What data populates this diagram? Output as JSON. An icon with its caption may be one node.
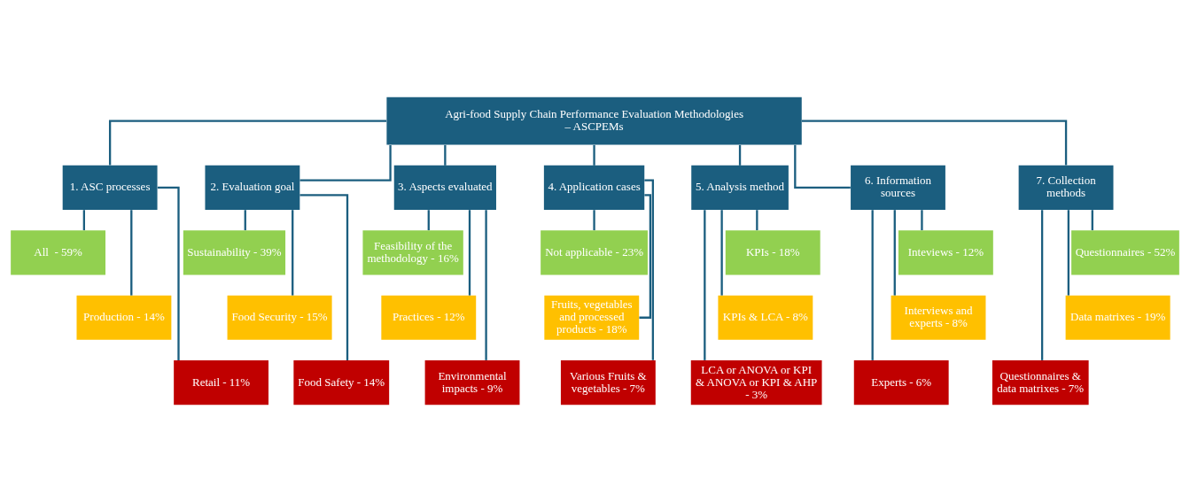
{
  "diagram": {
    "nodes": [
      {
        "text": [
          "Agri-food Supply Chain Performance Evaluation Methodologies – ASCPEMs"
        ]
      },
      {
        "text": [
          "1. ASC processes"
        ]
      },
      {
        "text": [
          "All  - 59%"
        ]
      },
      {
        "text": [
          "Production - 14%"
        ]
      },
      {
        "text": [
          "Retail - 11%"
        ]
      },
      {
        "text": [
          "2. Evaluation goal"
        ]
      },
      {
        "text": [
          "Sustainability - 39%"
        ]
      },
      {
        "text": [
          "Food Security - 15%"
        ]
      },
      {
        "text": [
          "Food Safety - 14%"
        ]
      },
      {
        "text": [
          "3. Aspects evaluated"
        ]
      },
      {
        "text": [
          "Feasibility of the methodology - 16%"
        ]
      },
      {
        "text": [
          "Practices - 12%"
        ]
      },
      {
        "text": [
          "Environmental impacts - 9%"
        ]
      },
      {
        "text": [
          "4. Application cases"
        ]
      },
      {
        "text": [
          "Not applicable - 23%"
        ]
      },
      {
        "text": [
          "Fruits, vegetables and processed products - 18%"
        ]
      },
      {
        "text": [
          "Various Fruits & vegetables - 7%"
        ]
      },
      {
        "text": [
          "5. Analysis method"
        ]
      },
      {
        "text": [
          "KPIs - 18%"
        ]
      },
      {
        "text": [
          "KPIs & LCA - 8%"
        ]
      },
      {
        "text": [
          "LCA or ANOVA or KPI & ANOVA or KPI & AHP - 3%"
        ]
      },
      {
        "text": [
          "6. Information sources"
        ]
      },
      {
        "text": [
          "Inteviews - 12%"
        ]
      },
      {
        "text": [
          "Interviews and experts - 8%"
        ]
      },
      {
        "text": [
          "Experts - 6%"
        ]
      },
      {
        "text": [
          "7. Collection methods"
        ]
      },
      {
        "text": [
          "Questionnaires - 52%"
        ]
      },
      {
        "text": [
          "Data matrixes - 19%"
        ]
      },
      {
        "text": [
          "Questionnaires & data matrixes - 7%"
        ]
      }
    ],
    "edges": [
      {
        "from": 0,
        "to": 1,
        "arrow": "none"
      },
      {
        "from": 0,
        "to": 5,
        "arrow": "none"
      },
      {
        "from": 0,
        "to": 9,
        "arrow": "none"
      },
      {
        "from": 0,
        "to": 13,
        "arrow": "none"
      },
      {
        "from": 0,
        "to": 17,
        "arrow": "none"
      },
      {
        "from": 0,
        "to": 21,
        "arrow": "none"
      },
      {
        "from": 0,
        "to": 25,
        "arrow": "none"
      },
      {
        "from": 1,
        "to": 2,
        "arrow": "none"
      },
      {
        "from": 1,
        "to": 3,
        "arrow": "none"
      },
      {
        "from": 1,
        "to": 4,
        "arrow": "none"
      },
      {
        "from": 5,
        "to": 6,
        "arrow": "none"
      },
      {
        "from": 5,
        "to": 7,
        "arrow": "none"
      },
      {
        "from": 5,
        "to": 8,
        "arrow": "none"
      },
      {
        "from": 9,
        "to": 10,
        "arrow": "none"
      },
      {
        "from": 9,
        "to": 11,
        "arrow": "none"
      },
      {
        "from": 9,
        "to": 12,
        "arrow": "none"
      },
      {
        "from": 13,
        "to": 14,
        "arrow": "none"
      },
      {
        "from": 13,
        "to": 15,
        "arrow": "none"
      },
      {
        "from": 13,
        "to": 16,
        "arrow": "none"
      },
      {
        "from": 17,
        "to": 18,
        "arrow": "none"
      },
      {
        "from": 17,
        "to": 19,
        "arrow": "none"
      },
      {
        "from": 17,
        "to": 20,
        "arrow": "none"
      },
      {
        "from": 21,
        "to": 22,
        "arrow": "none"
      },
      {
        "from": 21,
        "to": 23,
        "arrow": "none"
      },
      {
        "from": 21,
        "to": 24,
        "arrow": "none"
      },
      {
        "from": 25,
        "to": 26,
        "arrow": "none"
      },
      {
        "from": 25,
        "to": 27,
        "arrow": "none"
      },
      {
        "from": 25,
        "to": 28,
        "arrow": "none"
      }
    ]
  }
}
